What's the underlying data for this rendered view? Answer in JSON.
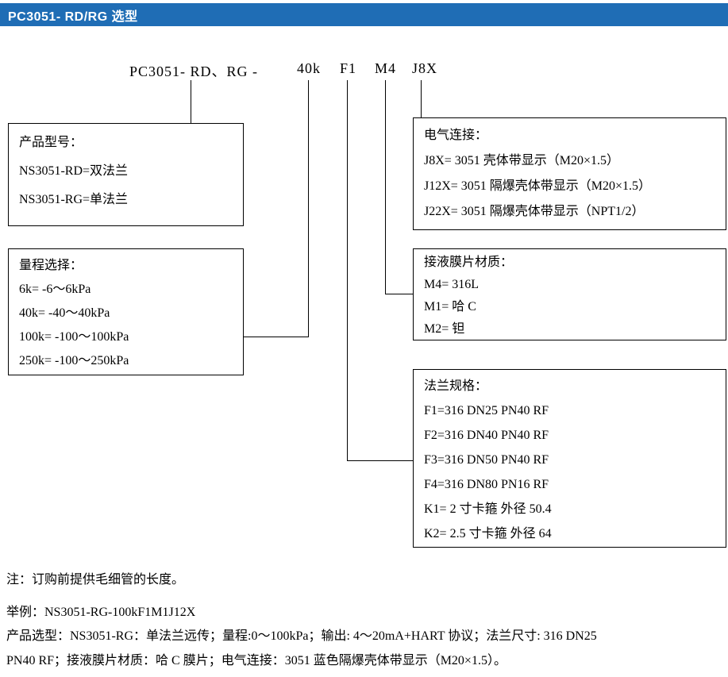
{
  "header": {
    "title": "PC3051- RD/RG 选型",
    "background_color": "#1f6db5",
    "text_color": "#ffffff"
  },
  "model_code": {
    "prefix": "PC3051- RD、RG -",
    "range": "40k",
    "flange": "F1",
    "diaphragm": "M4",
    "electrical": "J8X"
  },
  "boxes": {
    "product_model": {
      "title": "产品型号：",
      "lines": [
        "NS3051-RD=双法兰",
        "NS3051-RG=单法兰"
      ]
    },
    "range": {
      "title": "量程选择：",
      "lines": [
        "6k= -6～6kPa",
        "40k= -40～40kPa",
        "100k= -100～100kPa",
        "250k= -100～250kPa"
      ]
    },
    "electrical": {
      "title": "电气连接：",
      "lines": [
        "J8X= 3051 壳体带显示（M20×1.5）",
        "J12X= 3051 隔爆壳体带显示（M20×1.5）",
        "J22X= 3051 隔爆壳体带显示（NPT1/2）"
      ]
    },
    "diaphragm": {
      "title": "接液膜片材质：",
      "lines": [
        "M4= 316L",
        "M1= 哈 C",
        "M2= 钽"
      ]
    },
    "flange": {
      "title": "法兰规格：",
      "lines": [
        "F1=316 DN25 PN40 RF",
        "F2=316 DN40 PN40 RF",
        "F3=316 DN50 PN40 RF",
        "F4=316 DN80 PN16 RF",
        "K1= 2 寸卡箍 外径 50.4",
        "K2= 2.5 寸卡箍 外径 64"
      ]
    }
  },
  "notes": {
    "note": "注：订购前提供毛细管的长度。",
    "example": "举例：NS3051-RG-100kF1M1J12X",
    "description_line1": "产品选型：NS3051-RG：单法兰远传；量程:0～100kPa；输出: 4～20mA+HART 协议；法兰尺寸: 316 DN25",
    "description_line2": "PN40 RF；接液膜片材质：哈 C 膜片；电气连接：3051 蓝色隔爆壳体带显示（M20×1.5）。"
  }
}
